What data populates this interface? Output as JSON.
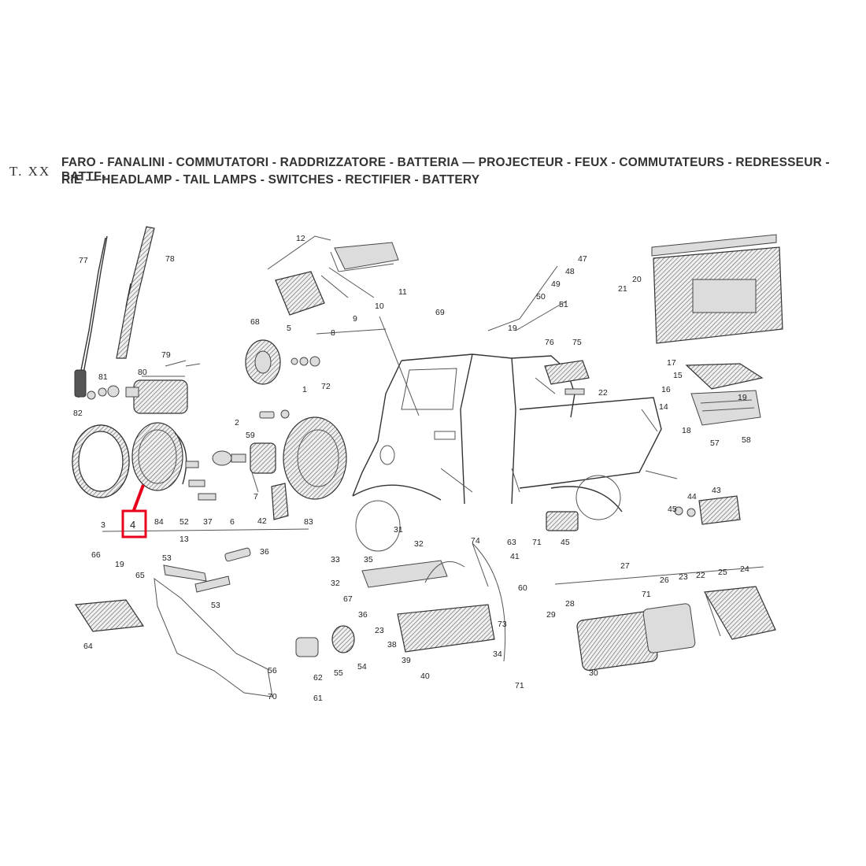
{
  "header": {
    "plate_id": "T. XX",
    "title_line1": "FARO - FANALINI - COMMUTATORI - RADDRIZZATORE - BATTERIA — PROJECTEUR - FEUX - COMMUTATEURS - REDRESSEUR - BATTE-",
    "title_line2": "RIE — HEADLAMP - TAIL LAMPS - SWITCHES - RECTIFIER - BATTERY"
  },
  "highlight": {
    "label": "4",
    "color": "#e8001c"
  },
  "parts": {
    "p1": "1",
    "p2": "2",
    "p3": "3",
    "p5": "5",
    "p6": "6",
    "p7": "7",
    "p8": "8",
    "p9": "9",
    "p10": "10",
    "p11": "11",
    "p12": "12",
    "p13": "13",
    "p14": "14",
    "p15": "15",
    "p16": "16",
    "p17": "17",
    "p18": "18",
    "p19a": "19",
    "p19b": "19",
    "p19c": "19",
    "p20": "20",
    "p21": "21",
    "p22a": "22",
    "p22b": "22",
    "p23a": "23",
    "p23b": "23",
    "p24": "24",
    "p25": "25",
    "p26": "26",
    "p27": "27",
    "p28": "28",
    "p29": "29",
    "p30": "30",
    "p31": "31",
    "p32a": "32",
    "p32b": "32",
    "p33": "33",
    "p34": "34",
    "p35": "35",
    "p36a": "36",
    "p36b": "36",
    "p37": "37",
    "p38": "38",
    "p39": "39",
    "p40": "40",
    "p41": "41",
    "p42": "42",
    "p43": "43",
    "p44": "44",
    "p45a": "45",
    "p45b": "45",
    "p47": "47",
    "p48": "48",
    "p49": "49",
    "p50": "50",
    "p51": "51",
    "p52": "52",
    "p53a": "53",
    "p53b": "53",
    "p54": "54",
    "p55": "55",
    "p56": "56",
    "p57": "57",
    "p58": "58",
    "p59": "59",
    "p60": "60",
    "p61": "61",
    "p62": "62",
    "p63": "63",
    "p64": "64",
    "p65": "65",
    "p66": "66",
    "p67": "67",
    "p68": "68",
    "p69": "69",
    "p70": "70",
    "p71a": "71",
    "p71b": "71",
    "p71c": "71",
    "p72": "72",
    "p73": "73",
    "p74": "74",
    "p75": "75",
    "p76": "76",
    "p77": "77",
    "p78": "78",
    "p79": "79",
    "p80": "80",
    "p81": "81",
    "p82": "82",
    "p83": "83",
    "p84": "84"
  }
}
